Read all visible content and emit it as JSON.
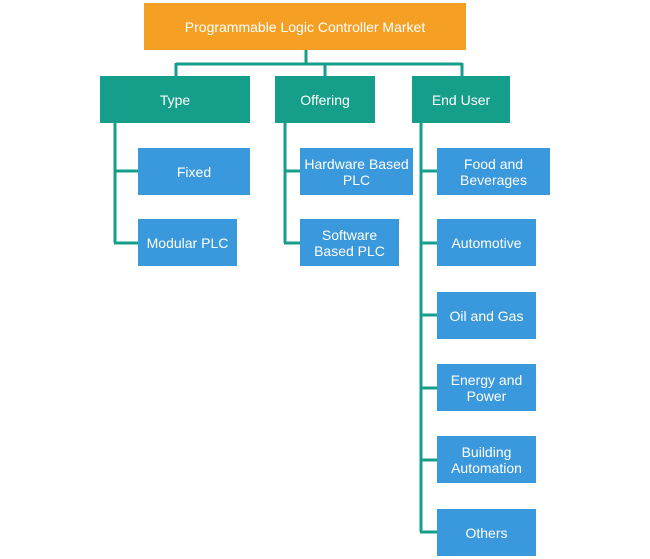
{
  "root": {
    "label": "Programmable Logic Controller Market"
  },
  "categories": [
    {
      "label": "Type",
      "items": [
        "Fixed",
        "Modular PLC"
      ]
    },
    {
      "label": "Offering",
      "items": [
        "Hardware Based PLC",
        "Software Based PLC"
      ]
    },
    {
      "label": "End User",
      "items": [
        "Food and Beverages",
        "Automotive",
        "Oil and Gas",
        "Energy and Power",
        "Building Automation",
        "Others"
      ]
    }
  ],
  "colors": {
    "root": "#f5a024",
    "category": "#159e89",
    "item": "#3a98dc",
    "connector": "#159e89"
  }
}
